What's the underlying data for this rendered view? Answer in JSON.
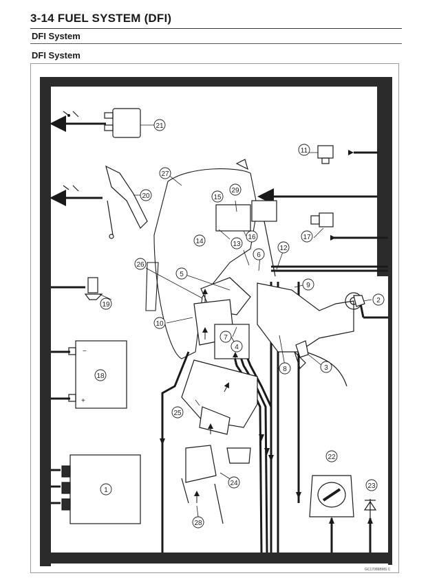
{
  "header": {
    "section_title": "3-14 FUEL SYSTEM (DFI)",
    "subtitle": "DFI System"
  },
  "figure": {
    "title": "DFI System",
    "code": "GC17086BMS C",
    "callouts": [
      "1",
      "2",
      "3",
      "4",
      "5",
      "6",
      "7",
      "8",
      "9",
      "10",
      "11",
      "12",
      "13",
      "14",
      "15",
      "16",
      "17",
      "18",
      "19",
      "20",
      "21",
      "22",
      "23",
      "24",
      "25",
      "26",
      "27",
      "28",
      "29"
    ],
    "battery_minus": "−",
    "battery_plus": "+"
  },
  "colors": {
    "line": "#1a1a1a",
    "frame": "#2b2b2b"
  }
}
